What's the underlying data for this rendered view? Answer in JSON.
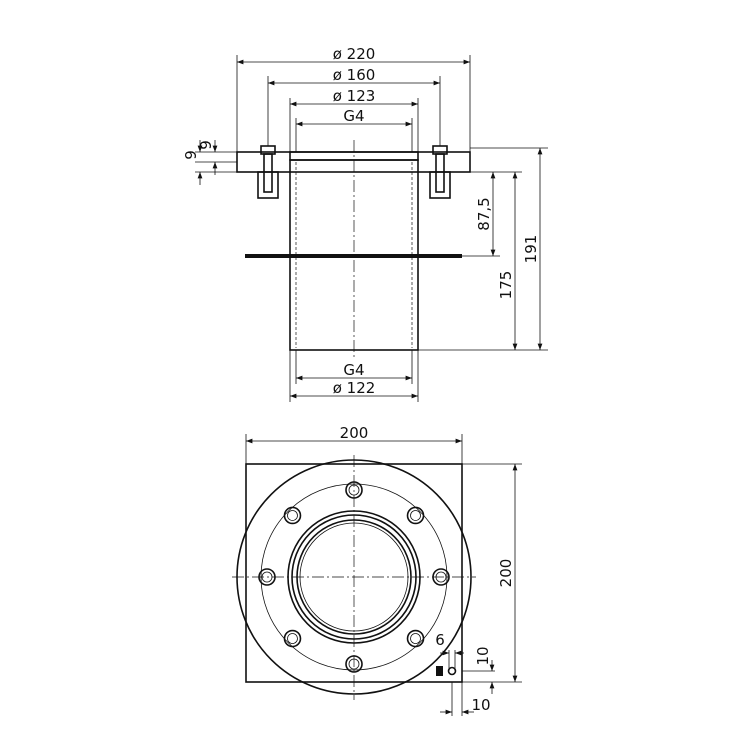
{
  "side_view": {
    "dim_flange_diameter": "ø 220",
    "dim_bolt_circle": "ø 160",
    "dim_outer_tube": "ø 123",
    "dim_thread_top": "G4",
    "dim_thread_bottom": "G4",
    "dim_bottom_diameter": "ø 122",
    "dim_flange_thickness_a": "9",
    "dim_flange_thickness_b": "9",
    "dim_to_plate": "87,5",
    "dim_tube_length": "175",
    "dim_total_height": "191"
  },
  "bottom_view": {
    "dim_width": "200",
    "dim_height": "200",
    "dim_small_6": "6",
    "dim_small_10_v": "10",
    "dim_small_10_h": "10"
  }
}
